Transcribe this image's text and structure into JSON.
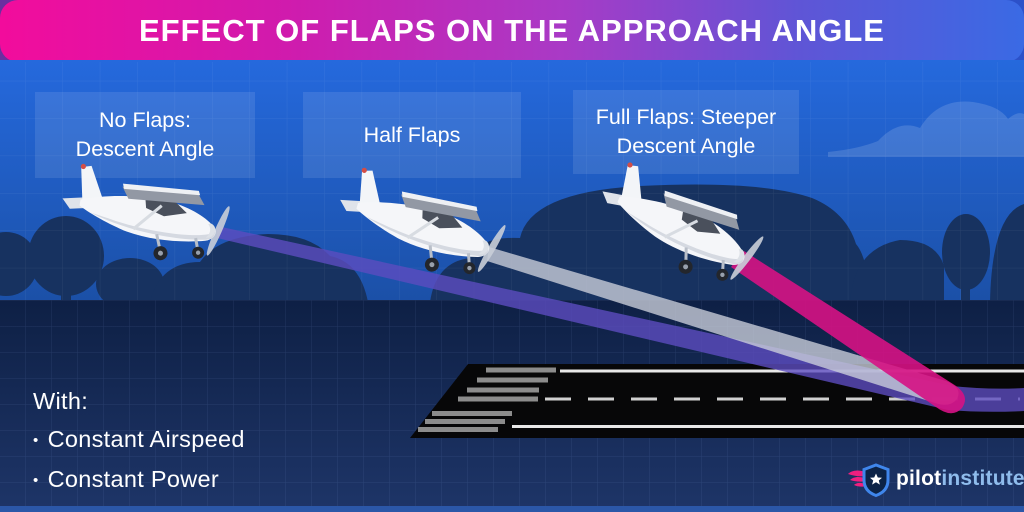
{
  "title": "EFFECT OF FLAPS ON THE APPROACH ANGLE",
  "labels": [
    {
      "line1": "No Flaps:",
      "line2": "Descent Angle"
    },
    {
      "line1": "Half Flaps",
      "line2": ""
    },
    {
      "line1": "Full Flaps: Steeper",
      "line2": "Descent Angle"
    }
  ],
  "conditions": {
    "heading": "With:",
    "bullet": "•",
    "items": [
      "Constant Airspeed",
      "Constant Power"
    ]
  },
  "logo": {
    "brand_primary": "pilot",
    "brand_secondary": "institute"
  },
  "beams": [
    {
      "name": "no-flaps-beam",
      "color": "#5C4CBF"
    },
    {
      "name": "half-flaps-beam",
      "color": "#CCD0DB"
    },
    {
      "name": "full-flaps-beam",
      "color": "#D61284"
    }
  ],
  "colors": {
    "banner_gradient_left": "#F20C9C",
    "banner_gradient_right": "#3A6AE4",
    "sky_top": "#2569DD",
    "sky_bottom": "#1B50A7",
    "ground": "#0E2045",
    "silhouette": "#173260",
    "runway": "#070708",
    "panel_bg": "rgba(255,255,255,0.10)",
    "logo_pink": "#EF1F7F",
    "logo_blue": "#3F86EC"
  }
}
